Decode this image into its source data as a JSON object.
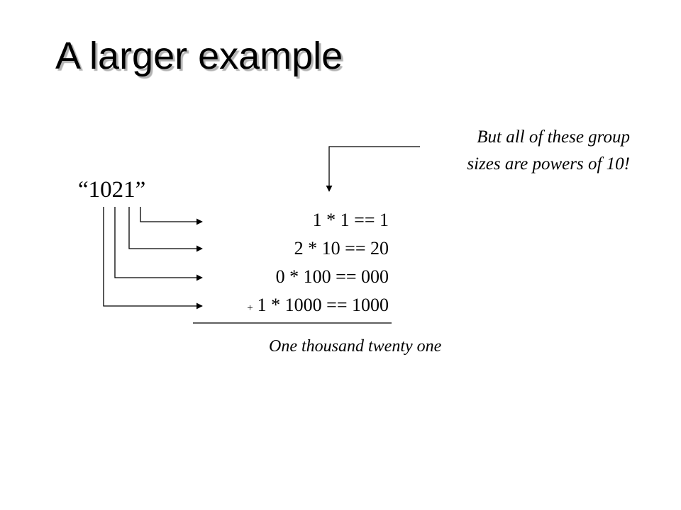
{
  "title": "A larger example",
  "number_string": "“1021”",
  "note": {
    "line1": "But all of these group",
    "line2": "sizes are powers of 10!"
  },
  "terms": [
    {
      "prefix": "",
      "text": "1 * 1 == 1"
    },
    {
      "prefix": "",
      "text": "2 * 10 == 20"
    },
    {
      "prefix": "",
      "text": "0 * 100 == 000"
    },
    {
      "prefix": "+",
      "text": "1 * 1000 == 1000"
    }
  ],
  "result": "One thousand twenty one"
}
